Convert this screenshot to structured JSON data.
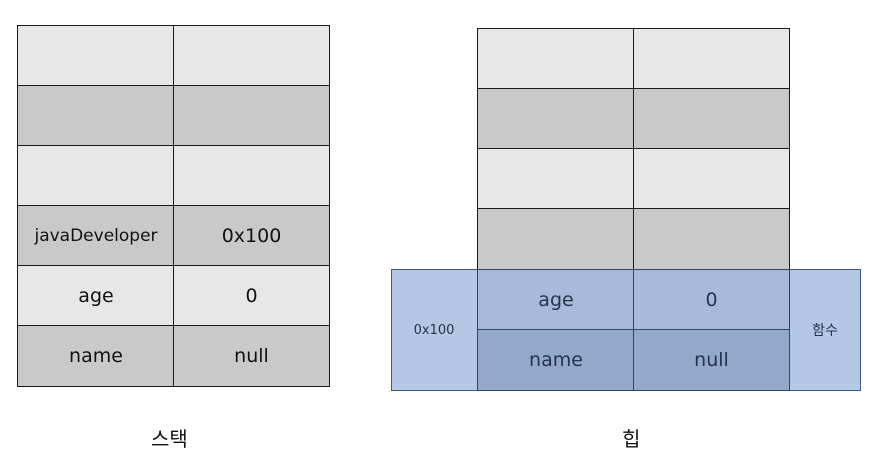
{
  "stack": {
    "caption": "스택",
    "rows": [
      {
        "name": "",
        "value": ""
      },
      {
        "name": "",
        "value": ""
      },
      {
        "name": "",
        "value": ""
      },
      {
        "name": "javaDeveloper",
        "value": "0x100"
      },
      {
        "name": "age",
        "value": "0"
      },
      {
        "name": "name",
        "value": "null"
      }
    ]
  },
  "heap": {
    "caption": "힙",
    "rows": [
      {
        "name": "",
        "value": ""
      },
      {
        "name": "",
        "value": ""
      },
      {
        "name": "",
        "value": ""
      },
      {
        "name": "",
        "value": ""
      }
    ],
    "object": {
      "address": "0x100",
      "side_label": "함수",
      "fields": [
        {
          "name": "age",
          "value": "0"
        },
        {
          "name": "name",
          "value": "null"
        }
      ]
    }
  },
  "colors": {
    "row_light": "#e7e7e7",
    "row_dark": "#c9c9c9",
    "object_band": "#b4c8e6",
    "object_field_1": "#a8bad9",
    "object_field_2": "#94a9c9"
  }
}
